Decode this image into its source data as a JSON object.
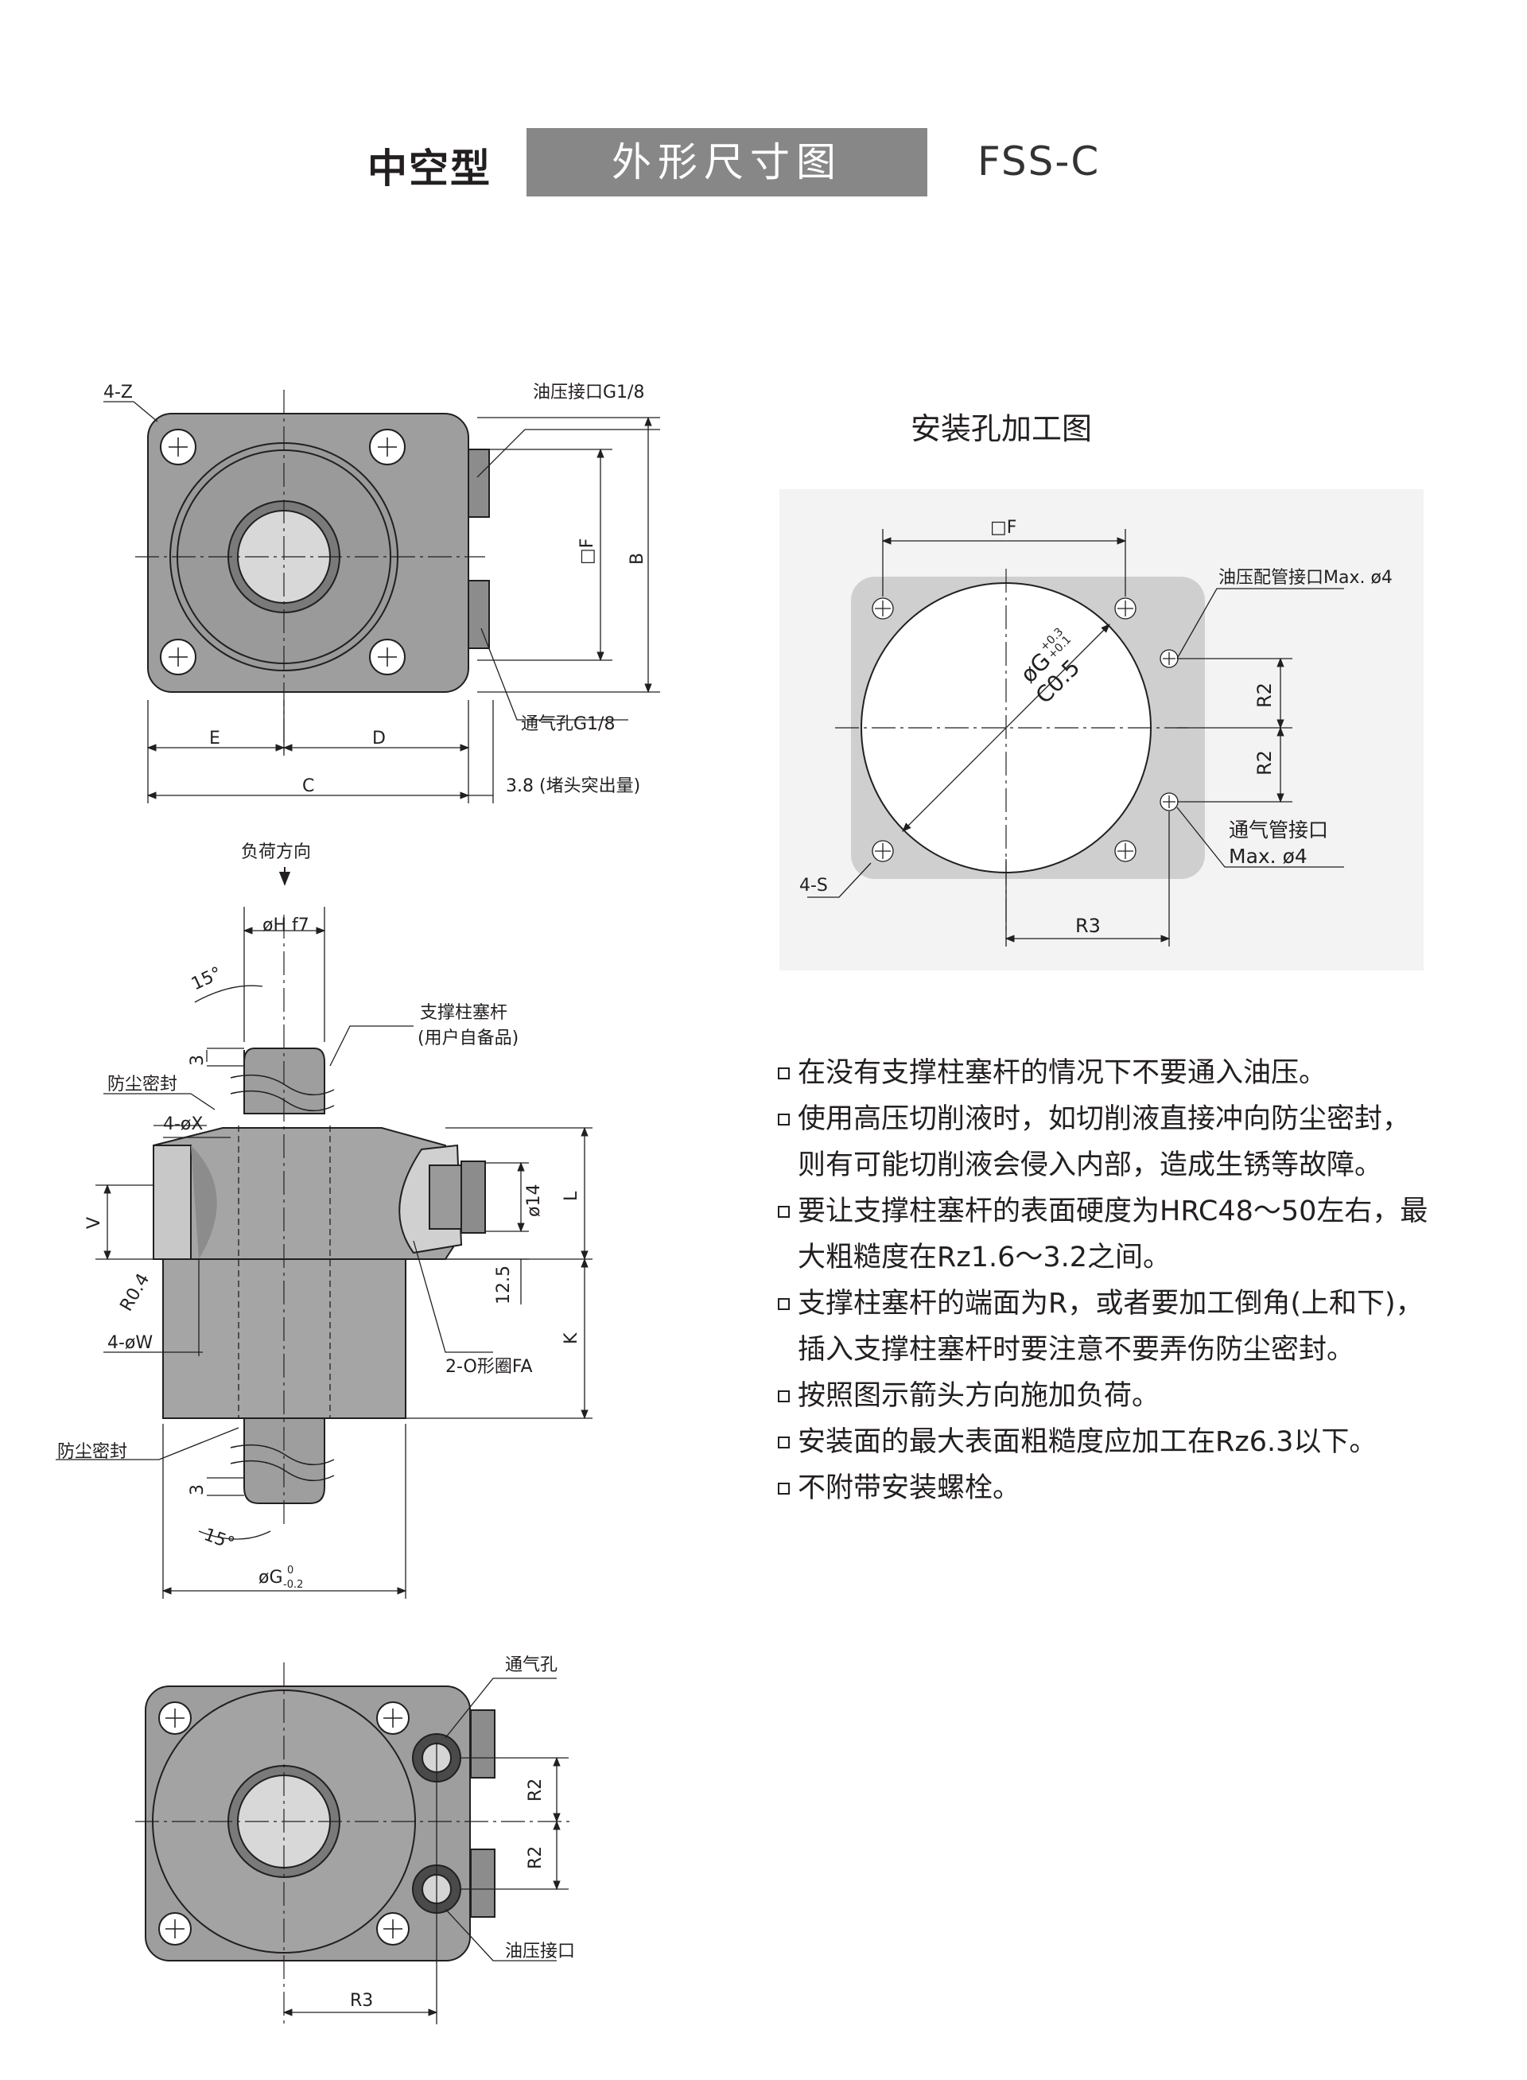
{
  "header": {
    "type_label": "中空型",
    "section_title": "外形尺寸图",
    "model_code": "FSS-C"
  },
  "top_view": {
    "labels": {
      "corner_holes": "4-Z",
      "oil_port": "油压接口G1/8",
      "vent_port": "通气孔G1/8",
      "dim_F": "□F",
      "dim_B": "B",
      "dim_E": "E",
      "dim_D": "D",
      "dim_C": "C",
      "plug_protrusion": "3.8 (堵头突出量)"
    }
  },
  "side_view": {
    "labels": {
      "load_direction": "负荷方向",
      "shaft_dia": "øH f7",
      "angle_top": "15°",
      "angle_bottom": "15°",
      "rod_label": "支撑柱塞杆",
      "rod_note": "(用户自备品)",
      "dust_seal_top": "防尘密封",
      "dust_seal_bottom": "防尘密封",
      "holes_X": "4-øX",
      "holes_W": "4-øW",
      "dim_V": "V",
      "dim_R04": "R0.4",
      "dim_L": "L",
      "dim_K": "K",
      "dim_14": "ø14",
      "dim_125": "12.5",
      "dim_3_top": "3",
      "dim_3_bottom": "3",
      "oring": "2-O形圈FA",
      "dim_G": "øG",
      "dim_G_sup": "0",
      "dim_G_sub": "-0.2"
    }
  },
  "bottom_view": {
    "labels": {
      "vent_hole": "通气孔",
      "oil_port": "油压接口",
      "dim_R2_a": "R2",
      "dim_R2_b": "R2",
      "dim_R3": "R3"
    }
  },
  "mount_drawing": {
    "title": "安装孔加工图",
    "labels": {
      "dim_F": "□F",
      "oil_pipe": "油压配管接口Max. ø4",
      "vent_pipe_1": "通气管接口",
      "vent_pipe_2": "Max. ø4",
      "holes_S": "4-S",
      "dim_G": "øG",
      "dim_G_tol_up": "+0.3",
      "dim_G_tol_low": "+0.1",
      "chamfer": "C0.5",
      "dim_R2_a": "R2",
      "dim_R2_b": "R2",
      "dim_R3": "R3"
    }
  },
  "notes": [
    "在没有支撑柱塞杆的情况下不要通入油压。",
    "使用高压切削液时，如切削液直接冲向防尘密封，则有可能切削液会侵入内部，造成生锈等故障。",
    "要让支撑柱塞杆的表面硬度为HRC48～50左右，最大粗糙度在Rz1.6～3.2之间。",
    "支撑柱塞杆的端面为R，或者要加工倒角(上和下)，插入支撑柱塞杆时要注意不要弄伤防尘密封。",
    "按照图示箭头方向施加负荷。",
    "安装面的最大表面粗糙度应加工在Rz6.3以下。",
    "不附带安装螺栓。"
  ]
}
